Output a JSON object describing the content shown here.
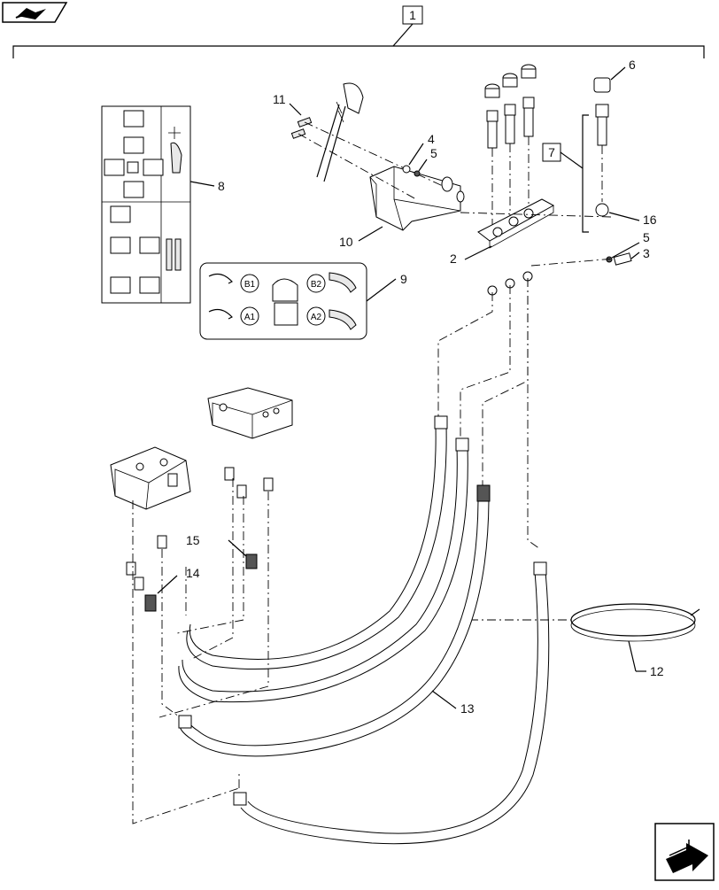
{
  "callouts": {
    "c1": "1",
    "c2": "2",
    "c3": "3",
    "c4": "4",
    "c5a": "5",
    "c5b": "5",
    "c6": "6",
    "c7": "7",
    "c8": "8",
    "c9": "9",
    "c10": "10",
    "c11": "11",
    "c12": "12",
    "c13": "13",
    "c14": "14",
    "c15": "15",
    "c16": "16"
  },
  "decal": {
    "b1": "B1",
    "b2": "B2",
    "a1": "A1",
    "a2": "A2"
  },
  "icons": {
    "top_left": "book-arrow-icon",
    "bottom_right": "next-page-arrow-icon"
  }
}
